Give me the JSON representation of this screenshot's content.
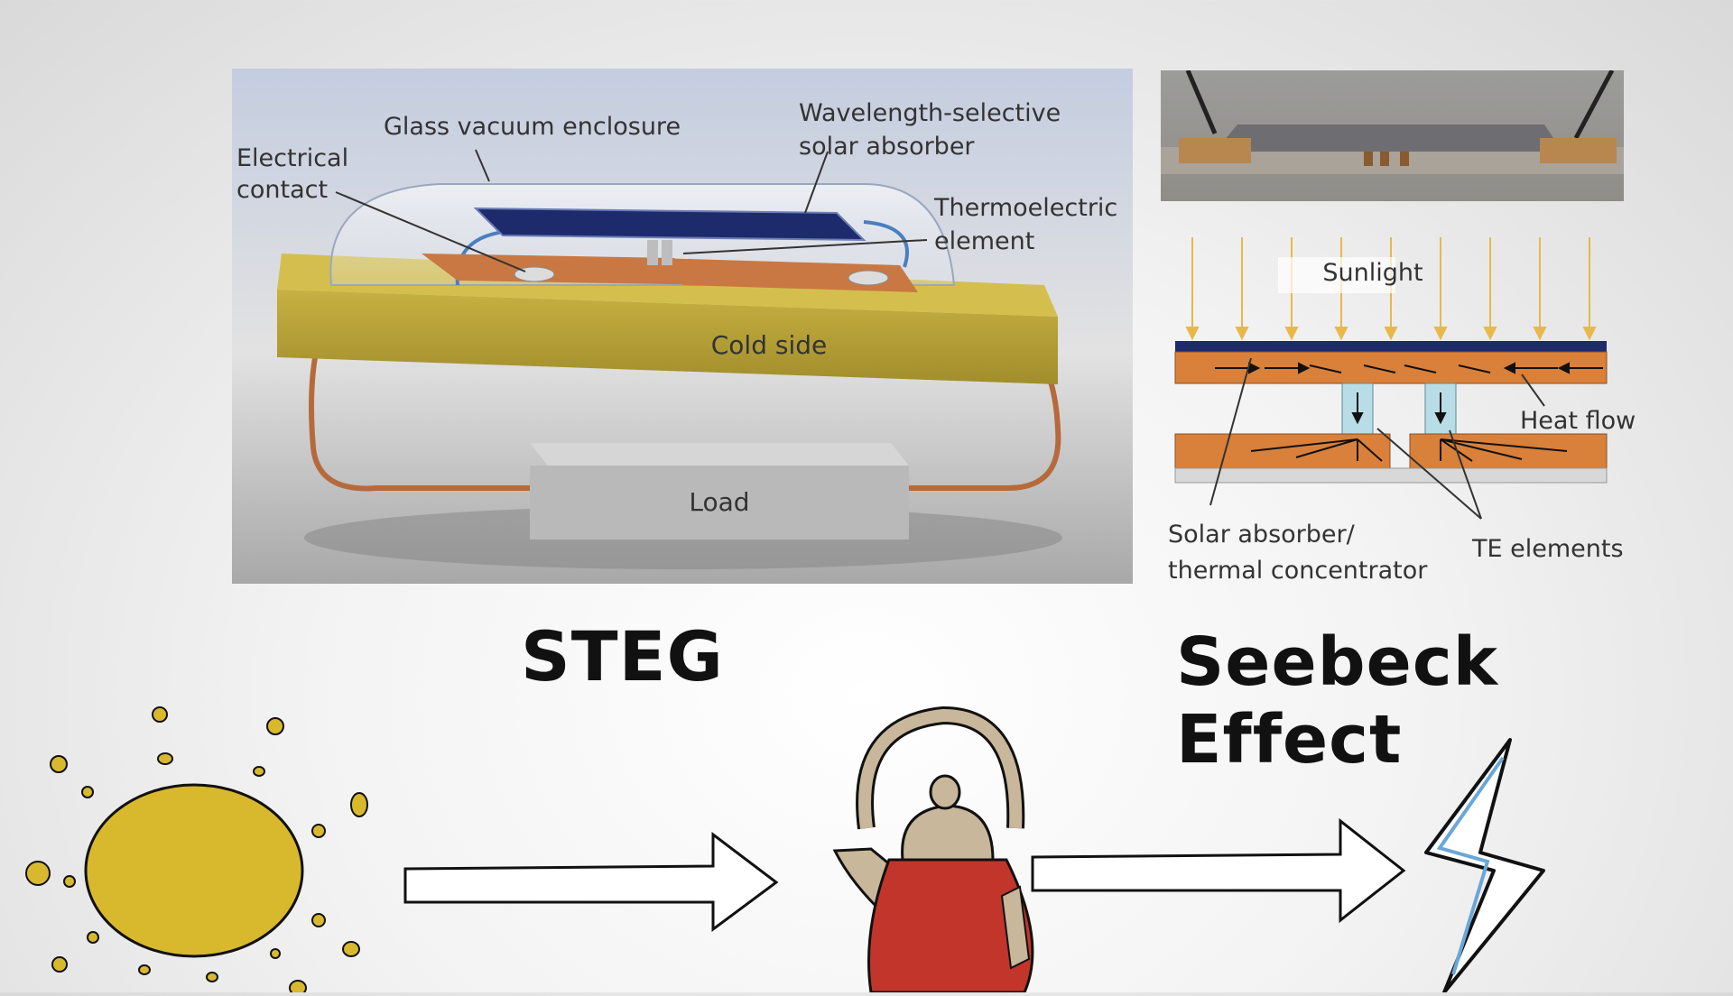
{
  "left_diagram": {
    "labels": {
      "glass_enclosure": "Glass vacuum enclosure",
      "electrical_contact_1": "Electrical",
      "electrical_contact_2": "contact",
      "absorber_1": "Wavelength-selective",
      "absorber_2": "solar absorber",
      "te_element_1": "Thermoelectric",
      "te_element_2": "element",
      "cold_side": "Cold side",
      "load": "Load"
    }
  },
  "right_diagram": {
    "labels": {
      "sunlight": "Sunlight",
      "heat_flow": "Heat flow",
      "solar_absorber_1": "Solar absorber/",
      "solar_absorber_2": "thermal concentrator",
      "te_elements": "TE elements"
    }
  },
  "titles": {
    "steg": "STEG",
    "seebeck": "Seebeck Effect"
  },
  "colors": {
    "sun": "#d8b92e",
    "kettle_body": "#c2352a",
    "kettle_metal": "#c8b79b",
    "bolt_outline": "#111111",
    "bolt_inner": "#6aa7d8",
    "copper": "#d9803a",
    "absorber_blue": "#1d2a6b",
    "cold_side": "#b8a33a"
  },
  "icons": [
    "sun-icon",
    "arrow-right-icon",
    "kettle-icon",
    "lightning-bolt-icon"
  ]
}
